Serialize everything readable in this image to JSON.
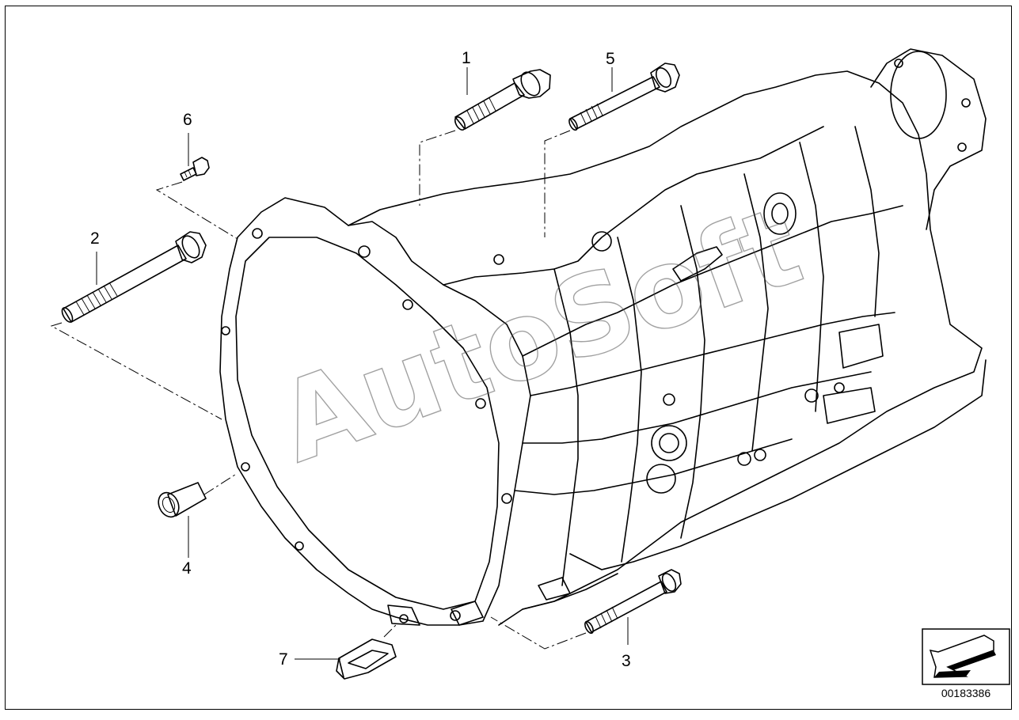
{
  "diagram": {
    "watermark": "AutoSoft",
    "document_number": "00183386",
    "callouts": [
      {
        "id": "1",
        "label": "1"
      },
      {
        "id": "2",
        "label": "2"
      },
      {
        "id": "3",
        "label": "3"
      },
      {
        "id": "4",
        "label": "4"
      },
      {
        "id": "5",
        "label": "5"
      },
      {
        "id": "6",
        "label": "6"
      },
      {
        "id": "7",
        "label": "7"
      }
    ]
  },
  "icons": {
    "orientation_arrow": "arrow-down-left-icon"
  },
  "colors": {
    "line": "#000000",
    "background": "#ffffff",
    "watermark": "#555555"
  }
}
